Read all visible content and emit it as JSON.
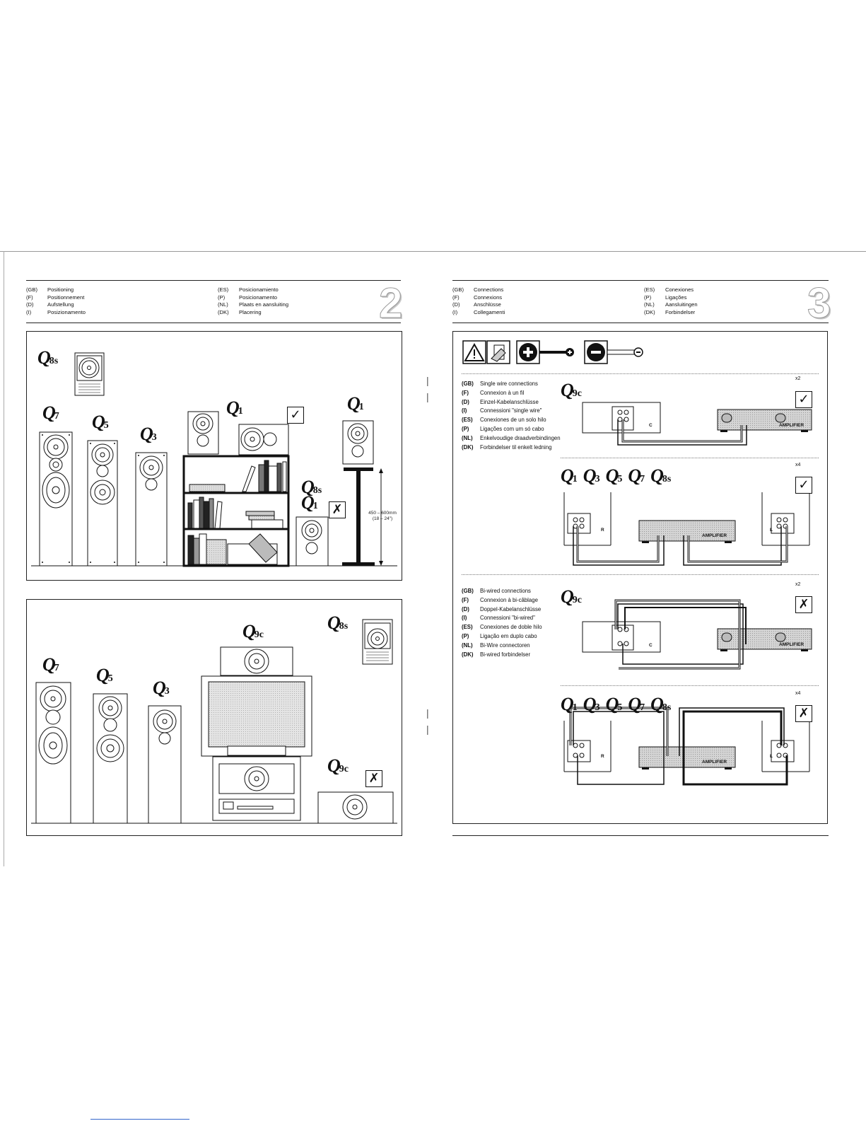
{
  "left_page": {
    "title_rows": [
      {
        "code": "(GB)",
        "text": "Positioning"
      },
      {
        "code": "(F)",
        "text": "Positionnement"
      },
      {
        "code": "(D)",
        "text": "Aufstellung"
      },
      {
        "code": "(I)",
        "text": "Posizionamento"
      }
    ],
    "title_rows_right": [
      {
        "code": "(ES)",
        "text": "Posicionamiento"
      },
      {
        "code": "(P)",
        "text": "Posicionamento"
      },
      {
        "code": "(NL)",
        "text": "Plaats en aansluiting"
      },
      {
        "code": "(DK)",
        "text": "Placering"
      }
    ],
    "page_number": "2",
    "top_panel": {
      "models": {
        "q8s": "8s",
        "q7": "7",
        "q5": "5",
        "q3": "3",
        "q1": "1",
        "q1b": "1",
        "q8s_b": "8s",
        "q1c": "1"
      },
      "check_ok": "✓",
      "check_bad": "✗",
      "height_label": "450 – 600mm",
      "height_label_in": "(18 – 24\")"
    },
    "bottom_panel": {
      "models": {
        "q7": "7",
        "q5": "5",
        "q3": "3",
        "q9c": "9c",
        "q8s": "8s",
        "q9c_b": "9c"
      },
      "check_bad": "✗"
    }
  },
  "right_page": {
    "title_rows": [
      {
        "code": "(GB)",
        "text": "Connections"
      },
      {
        "code": "(F)",
        "text": "Connexions"
      },
      {
        "code": "(D)",
        "text": "Anschlüsse"
      },
      {
        "code": "(I)",
        "text": "Collegamenti"
      }
    ],
    "title_rows_right": [
      {
        "code": "(ES)",
        "text": "Conexiones"
      },
      {
        "code": "(P)",
        "text": "Ligações"
      },
      {
        "code": "(NL)",
        "text": "Aansluitingen"
      },
      {
        "code": "(DK)",
        "text": "Forbindelser"
      }
    ],
    "page_number": "3",
    "single_wire": [
      {
        "code": "(GB)",
        "text": "Single wire connections"
      },
      {
        "code": "(F)",
        "text": "Connexion à un fil"
      },
      {
        "code": "(D)",
        "text": "Einzel-Kabelanschlüsse"
      },
      {
        "code": "(I)",
        "text": "Connessioni \"single wire\""
      },
      {
        "code": "(ES)",
        "text": "Conexiones de un solo hilo"
      },
      {
        "code": "(P)",
        "text": "Ligações com um só cabo"
      },
      {
        "code": "(NL)",
        "text": "Enkelvoudige draadverbindingen"
      },
      {
        "code": "(DK)",
        "text": "Forbindelser til enkelt ledning"
      }
    ],
    "bi_wire": [
      {
        "code": "(GB)",
        "text": "Bi-wired connections"
      },
      {
        "code": "(F)",
        "text": "Connexion à bi-câblage"
      },
      {
        "code": "(D)",
        "text": "Doppel-Kabelanschlüsse"
      },
      {
        "code": "(I)",
        "text": "Connessioni \"bi-wired\""
      },
      {
        "code": "(ES)",
        "text": "Conexiones de doble hilo"
      },
      {
        "code": "(P)",
        "text": "Ligação em duplo cabo"
      },
      {
        "code": "(NL)",
        "text": "Bi-Wire connectoren"
      },
      {
        "code": "(DK)",
        "text": "Bi-wired forbindelser"
      }
    ],
    "q9c": "9c",
    "models_row": [
      "1",
      "3",
      "5",
      "7",
      "8s"
    ],
    "amplifier": "AMPLIFIER",
    "ch_r": "R",
    "ch_l": "L",
    "ch_c": "C",
    "x2": "x2",
    "x4": "x4",
    "check_ok": "✓",
    "check_bad": "✗"
  }
}
